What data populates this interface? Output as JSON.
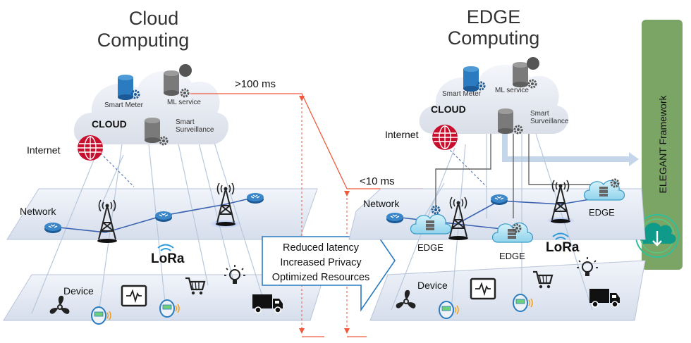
{
  "left": {
    "title_line1": "Cloud",
    "title_line2": "Computing",
    "cloud_label": "CLOUD",
    "services": [
      "Smart Meter",
      "ML service",
      "Smart",
      "Surveillance"
    ],
    "internet_label": "Internet",
    "network_label": "Network",
    "device_label": "Device"
  },
  "right": {
    "title_line1": "EDGE",
    "title_line2": "Computing",
    "cloud_label": "CLOUD",
    "services": [
      "Smart Meter",
      "ML service",
      "Smart",
      "Surveillance"
    ],
    "internet_label": "Internet",
    "network_label": "Network",
    "device_label": "Device",
    "edge_labels": [
      "EDGE",
      "EDGE",
      "EDGE"
    ]
  },
  "latency": {
    "cloud": ">100 ms",
    "edge": "<10 ms"
  },
  "benefits": [
    "Reduced latency",
    "Increased Privacy",
    "Optimized Resources"
  ],
  "lora_label": "LoRa",
  "framework": {
    "label": "ELEGANT Framework",
    "color": "#7aa565"
  },
  "colors": {
    "accent_red": "#f05a3c",
    "internet_red": "#c8102e",
    "device_blue": "#2a7bbf",
    "network_line": "#3a62b0"
  },
  "icons": [
    "database-gear-icon",
    "brain-gear-icon",
    "camera-gear-icon",
    "globe-icon",
    "router-icon",
    "cell-tower-icon",
    "fan-icon",
    "meter-icon",
    "monitor-icon",
    "cart-icon",
    "lightbulb-icon",
    "truck-icon",
    "lora-wifi-icon",
    "cloud-download-icon"
  ]
}
